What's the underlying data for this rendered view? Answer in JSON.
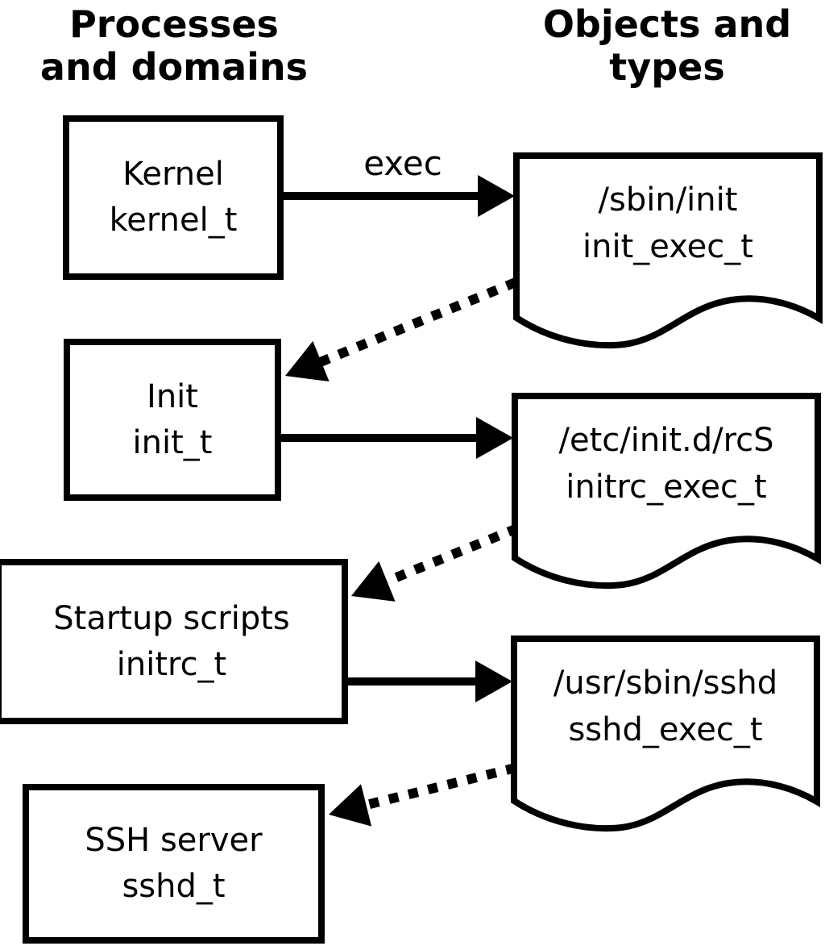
{
  "headers": {
    "left": "Processes\nand domains",
    "right": "Objects and\ntypes"
  },
  "edge_labels": {
    "exec": "exec"
  },
  "processes": [
    {
      "label": "Kernel",
      "type": "kernel_t"
    },
    {
      "label": "Init",
      "type": "init_t"
    },
    {
      "label": "Startup scripts",
      "type": "initrc_t"
    },
    {
      "label": "SSH server",
      "type": "sshd_t"
    }
  ],
  "objects": [
    {
      "path": "/sbin/init",
      "type": "init_exec_t"
    },
    {
      "path": "/etc/init.d/rcS",
      "type": "initrc_exec_t"
    },
    {
      "path": "/usr/sbin/sshd",
      "type": "sshd_exec_t"
    }
  ],
  "colors": {
    "ink": "#000000",
    "background": "#ffffff"
  }
}
